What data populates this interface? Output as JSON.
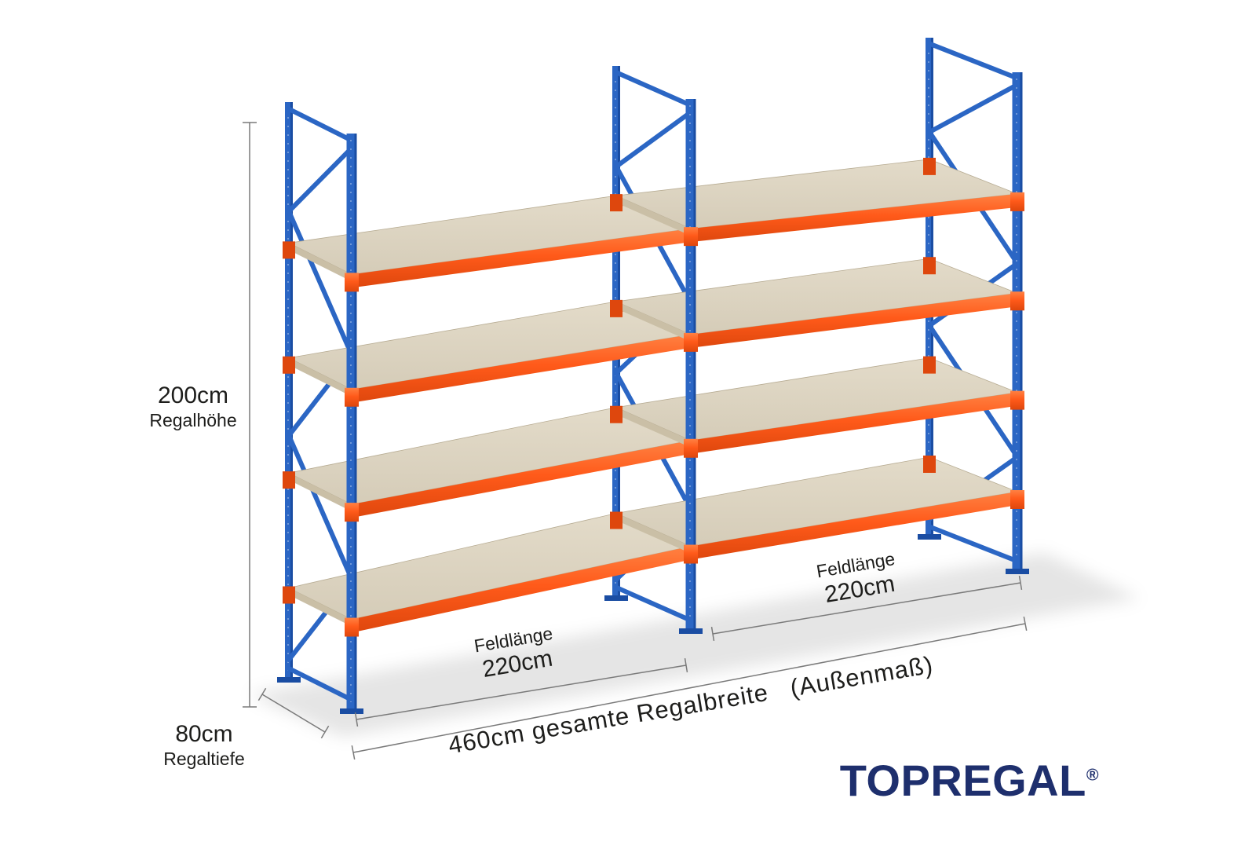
{
  "colors": {
    "background": "#ffffff",
    "frame_blue": "#2b66c4",
    "frame_blue_dark": "#1a4da3",
    "beam_orange": "#ff5a1a",
    "beam_orange_light": "#ff8142",
    "beam_orange_dark": "#de470d",
    "shelf_top": "#d5ccb8",
    "shelf_top_light": "#e3dbc9",
    "shelf_edge": "#cabfa6",
    "dimension_line": "#7a7a7a",
    "text": "#1d1d1b",
    "logo_navy": "#1e2f6d"
  },
  "dimensions": {
    "height": {
      "value": "200cm",
      "label": "Regalhöhe"
    },
    "depth": {
      "value": "80cm",
      "label": "Regaltiefe"
    },
    "bay1": {
      "label": "Feldlänge",
      "value": "220cm"
    },
    "bay2": {
      "label": "Feldlänge",
      "value": "220cm"
    },
    "total": {
      "value": "460cm gesamte Regalbreite   (Außenmaß)"
    }
  },
  "logo": {
    "text": "TOPREGAL",
    "registered": "®"
  }
}
